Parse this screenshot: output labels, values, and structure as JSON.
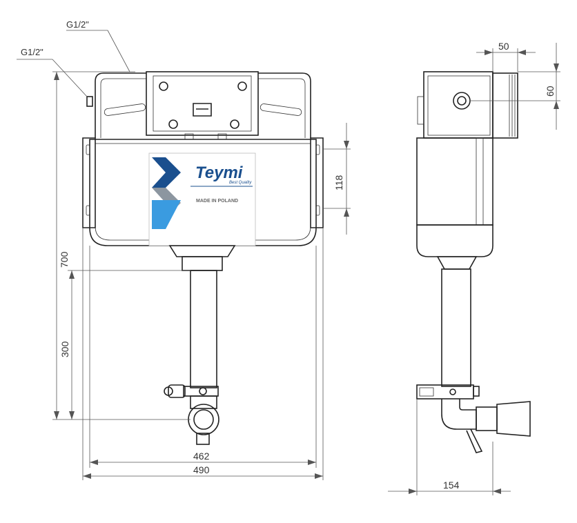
{
  "callouts": {
    "inlet_top": "G1/2\"",
    "inlet_side": "G1/2\""
  },
  "dimensions": {
    "height": "700",
    "frame_spacing": "118",
    "outlet_height": "300",
    "inner_width": "462",
    "outer_width": "490",
    "offset_top": "50",
    "inlet_height": "60",
    "depth": "154"
  },
  "brand": {
    "name": "Teymi",
    "tagline": "Best Quality",
    "origin": "MADE IN POLAND"
  },
  "colors": {
    "accent_dark": "#1a4f8e",
    "accent_light": "#3a9be0",
    "grey": "#8c96a0"
  }
}
